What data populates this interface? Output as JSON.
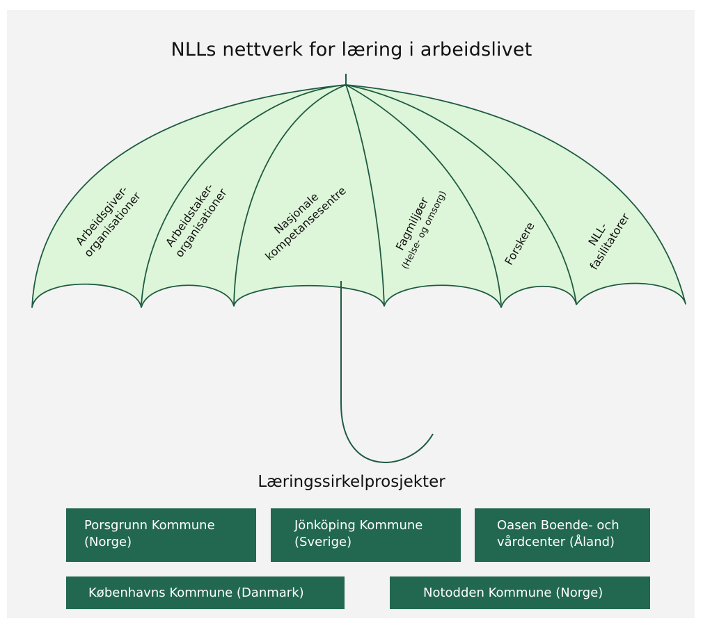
{
  "title": "NLLs nettverk for læring i arbeidslivet",
  "colors": {
    "canopy_fill": "#ddf5d8",
    "stroke": "#1e5b42",
    "box_fill": "#226850",
    "background": "#f3f3f3"
  },
  "umbrella_sections": [
    {
      "line1": "Arbeidsgiver-",
      "line2": "organisationer"
    },
    {
      "line1": "Arbeidstaker-",
      "line2": "organisationer"
    },
    {
      "line1": "Nasjonale",
      "line2": "kompetansesentre"
    },
    {
      "line1": "Fagmiljøer",
      "line2": "(Helse- og omsorg)"
    },
    {
      "line1": "Forskere",
      "line2": ""
    },
    {
      "line1": "NLL-",
      "line2": "fasilitatorer"
    }
  ],
  "projects_heading": "Læringssirkelprosjekter",
  "projects": [
    {
      "line1": "Porsgrunn Kommune",
      "line2": "(Norge)"
    },
    {
      "line1": "Jönköping Kommune",
      "line2": "(Sverige)"
    },
    {
      "line1": "Oasen Boende- och",
      "line2": "vårdcenter (Åland)"
    },
    {
      "line1": "Københavns Kommune (Danmark)",
      "line2": ""
    },
    {
      "line1": "Notodden Kommune (Norge)",
      "line2": ""
    }
  ]
}
